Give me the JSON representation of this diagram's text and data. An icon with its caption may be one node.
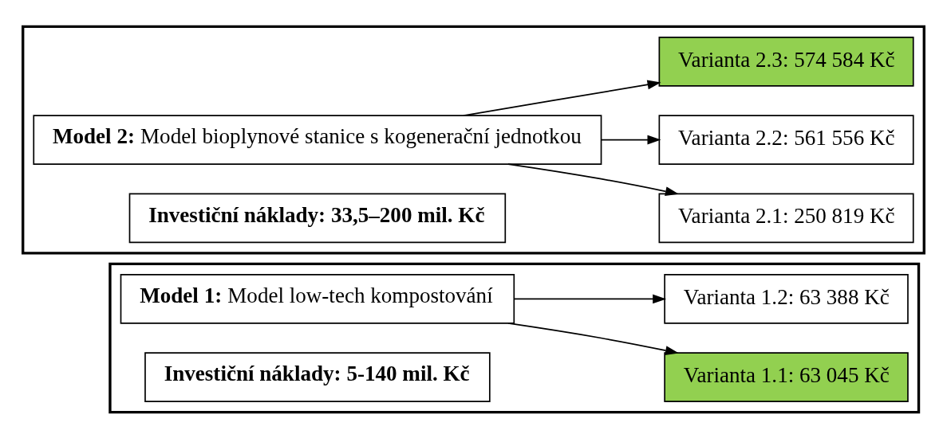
{
  "diagram": {
    "nodes": [
      {
        "text": [],
        "shape": "box"
      },
      {
        "text": [
          "**Model 1:** Model low-tech kompostování"
        ],
        "in": 0
      },
      {
        "text": [
          "Varianta 1.1: 63 045 Kč"
        ],
        "in": 0
      },
      {
        "text": [
          "Varianta 1.2: 63 388 Kč"
        ],
        "in": 0
      },
      {
        "text": [
          "Investiční náklady: 5-140 mil. Kč"
        ],
        "in": 0
      },
      {
        "text": [],
        "shape": "box"
      },
      {
        "text": [
          "**Model 2:** Model bioplynové stanice s kogenerační jednotkou"
        ],
        "in": 5
      },
      {
        "text": [
          "Varianta 2.1: 250 819 Kč"
        ],
        "in": 5
      },
      {
        "text": [
          "Varianta 2.2: 561 556 Kč"
        ],
        "in": 5
      },
      {
        "text": [
          "Varianta 2.3: 574 584 Kč"
        ],
        "in": 5
      },
      {
        "text": [
          "Investiční náklady: 33,5–200 mil. Kč"
        ],
        "in": 5
      }
    ],
    "edges": [
      {
        "from": 1,
        "to": 2,
        "arrow": "to"
      },
      {
        "from": 1,
        "to": 3,
        "arrow": "to"
      },
      {
        "from": 6,
        "to": 7,
        "arrow": "to"
      },
      {
        "from": 6,
        "to": 8,
        "arrow": "to"
      },
      {
        "from": 6,
        "to": 9,
        "arrow": "to"
      }
    ]
  }
}
